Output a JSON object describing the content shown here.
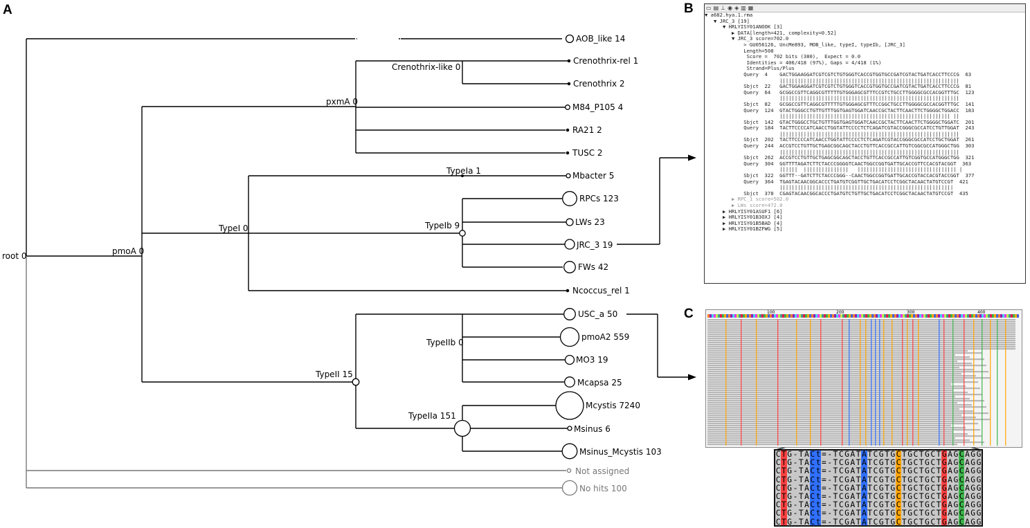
{
  "panels": {
    "a": "A",
    "b": "B",
    "c": "C"
  },
  "tree": {
    "internal_nodes": [
      {
        "id": "root",
        "label": "root 0"
      },
      {
        "id": "pmoA",
        "label": "pmoA 0"
      },
      {
        "id": "pxmA",
        "label": "pxmA 0"
      },
      {
        "id": "crenolike",
        "label": "Crenothrix-like 0"
      },
      {
        "id": "typeI",
        "label": "TypeI 0"
      },
      {
        "id": "typeIa",
        "label": "TypeIa 1"
      },
      {
        "id": "typeIb",
        "label": "TypeIb 9"
      },
      {
        "id": "typeII",
        "label": "TypeII 15"
      },
      {
        "id": "typeIIb",
        "label": "TypeIIb 0"
      },
      {
        "id": "typeIIa",
        "label": "TypeIIa 151"
      }
    ],
    "leaves": [
      {
        "id": "aob",
        "label": "AOB_like 14",
        "count": 14
      },
      {
        "id": "crenrel",
        "label": "Crenothrix-rel 1",
        "count": 1
      },
      {
        "id": "cren2",
        "label": "Crenothrix 2",
        "count": 2
      },
      {
        "id": "m84",
        "label": "M84_P105 4",
        "count": 4
      },
      {
        "id": "ra21",
        "label": "RA21 2",
        "count": 2
      },
      {
        "id": "tusc",
        "label": "TUSC 2",
        "count": 2
      },
      {
        "id": "mbacter",
        "label": "Mbacter 5",
        "count": 5
      },
      {
        "id": "rpcs",
        "label": "RPCs 123",
        "count": 123
      },
      {
        "id": "lws",
        "label": "LWs 23",
        "count": 23
      },
      {
        "id": "jrc3",
        "label": "JRC_3 19",
        "count": 19
      },
      {
        "id": "fws",
        "label": "FWs 42",
        "count": 42
      },
      {
        "id": "ncoccus",
        "label": "Ncoccus_rel 1",
        "count": 1
      },
      {
        "id": "usca",
        "label": "USC_a 50",
        "count": 50
      },
      {
        "id": "pmoa2",
        "label": "pmoA2 559",
        "count": 559
      },
      {
        "id": "mo3",
        "label": "MO3 19",
        "count": 19
      },
      {
        "id": "mcapsa",
        "label": "Mcapsa 25",
        "count": 25
      },
      {
        "id": "mcystis",
        "label": "Mcystis 7240",
        "count": 7240
      },
      {
        "id": "msinus",
        "label": "Msinus 6",
        "count": 6
      },
      {
        "id": "msmc",
        "label": "Msinus_Mcystis 103",
        "count": 103
      },
      {
        "id": "notassigned",
        "label": "Not assigned",
        "count": 0
      },
      {
        "id": "nohits",
        "label": "No hits 100",
        "count": 100
      }
    ]
  },
  "inspector": {
    "toolbar_icons": [
      "open-icon",
      "print-icon",
      "tree-icon",
      "find-icon",
      "zoom-icon",
      "chart-icon",
      "table-icon"
    ],
    "lines": [
      {
        "t": "▼ a682.hya.1.rma",
        "grey": false
      },
      {
        "t": "   ▼ JRC_3 [19]",
        "grey": false
      },
      {
        "t": "      ▼ HRLYISY01ANOOK [3]",
        "grey": false
      },
      {
        "t": "         ▶ DATA[length=421, complexity=0.52]",
        "grey": false
      },
      {
        "t": "         ▼ JRC_3 score=702.0",
        "grey": false
      },
      {
        "t": "             > GU056126, UncMe893, MOB_like, typeI, typeIb, [JRC_3]",
        "grey": false
      },
      {
        "t": "             Length=508",
        "grey": false
      },
      {
        "t": "",
        "grey": false
      },
      {
        "t": "              Score =  702 bits (380),  Expect = 0.0",
        "grey": false
      },
      {
        "t": "              Identities = 406/418 (97%), Gaps = 4/418 (1%)",
        "grey": false
      },
      {
        "t": "              Strand=Plus/Plus",
        "grey": false
      },
      {
        "t": "",
        "grey": false
      },
      {
        "t": "             Query  4    GACTGGAAGGATCGTCGTCTGTGGGTCACCGTGGTGCCGATCGTACTGATCACCTTCCCG  63",
        "grey": false
      },
      {
        "t": "                         ||||||||||||||||||||||||||||||||||||||||||||||||||||||||||||",
        "grey": false
      },
      {
        "t": "             Sbjct  22   GACTGGAAGGATCGTCGTCTGTGGGTCACCGTGGTGCCGATCGTACTGATCACCTTCCCG  81",
        "grey": false
      },
      {
        "t": "",
        "grey": false
      },
      {
        "t": "             Query  64   GCGGCCGTTCAGGCGTTTTTGTGGGAGCGTTTCCGTCTGCCTTGGGGCGCCACGGTTTGC  123",
        "grey": false
      },
      {
        "t": "                         ||||||||||||||||||||||||||||||||||||||||||||||||||||||||||||",
        "grey": false
      },
      {
        "t": "             Sbjct  82   GCGGCCGTTCAGGCGTTTTTGTGGGAGCGTTTCCGGCTGCCTTGGGGCGCCACGGTTTGC  141",
        "grey": false
      },
      {
        "t": "",
        "grey": false
      },
      {
        "t": "             Query  124  GTACTGGGCCTGTTGTTTGGTGAGTGGATCAACCGCTACTTCAACTTCTGGGGCTGGACC  183",
        "grey": false
      },
      {
        "t": "                         ||||||||||||||||||||||||||||||||||||||||||||||||||||||||| ||",
        "grey": false
      },
      {
        "t": "             Sbjct  142  GTACTGGGCCTGCTGTTTGGTGAGTGGATCAACCGCTACTTCAACTTCTGGGGCTGGATC  201",
        "grey": false
      },
      {
        "t": "",
        "grey": false
      },
      {
        "t": "             Query  184  TACTTCCCCATCAACCTGGTATTCCCCTCTCAGATCGTACCGGGCGCCATCCTGTTGGAT  243",
        "grey": false
      },
      {
        "t": "                         ||||||||||||||||||||||||||||||||||||||||||||||||||||||||||||",
        "grey": false
      },
      {
        "t": "             Sbjct  202  TACTTCCCCATCAACCTGGTATTCCCCTCTCAGATCGTACCGGGCGCCATCCTGCTGGAT  261",
        "grey": false
      },
      {
        "t": "",
        "grey": false
      },
      {
        "t": "             Query  244  ACCGTCCTGTTGCTGAGCGGCAGCTACCTGTTCACCGCCATTGTCGGCGCCATGGGCTGG  303",
        "grey": false
      },
      {
        "t": "                         ||||||||||||||||||||||||||||||||||||||||||||||||||||||||||||",
        "grey": false
      },
      {
        "t": "             Sbjct  262  ACCGTCCTGTTGCTGAGCGGCAGCTACCTGTTCACCGCCATTGTCGGTGCCATGGGCTGG  321",
        "grey": false
      },
      {
        "t": "",
        "grey": false
      },
      {
        "t": "             Query  304  GGTTTTAGATCTTCTACCCGGGGTCAACTGGCCGGTGATTGCACCGTTCCACGTACGGT  363",
        "grey": false
      },
      {
        "t": "                         ||||||  |||||||||||||||   ||||||||||||||||||||||||||||||||| |",
        "grey": false
      },
      {
        "t": "             Sbjct  322  GGTTT--GATCTTCTACCCGGG--CAACTGGCCGGTGATTGCACCGTACCACGTACCGGT  377",
        "grey": false
      },
      {
        "t": "",
        "grey": false
      },
      {
        "t": "             Query  364  TGAGTACAACGGCACCCTGATGTCGGTTGCTGACATCCTCGGCTACAACTATGTCCGT  421",
        "grey": false
      },
      {
        "t": "                         ||||||||||||||||||||||||||||||||||||||||||||||||||||||||||",
        "grey": false
      },
      {
        "t": "             Sbjct  378  CGAGTACAACGGCACCCTGATGTCTGTTGCTGACATCCTCGGCTACAACTATGTCCGT  435",
        "grey": false
      },
      {
        "t": "         ▶ RPC_1 score=502.0",
        "grey": true
      },
      {
        "t": "         ▶ LWs score=472.0",
        "grey": true
      },
      {
        "t": "      ▶ HRLYISY01ASUF1 [6]",
        "grey": false
      },
      {
        "t": "      ▶ HRLYISY01B3OXJ [4]",
        "grey": false
      },
      {
        "t": "      ▶ HRLYISY01B5BAD [4]",
        "grey": false
      },
      {
        "t": "      ▶ HRLYISY01BZFWG [5]",
        "grey": false
      }
    ]
  },
  "alignment": {
    "ruler": [
      "100",
      "200",
      "300",
      "400"
    ],
    "zoom_rows": [
      "CTG-TACt=-TCGATATCGTGCTGCTGCTGAGCAGG",
      "CTG-TACt=-TCGATATCGTGCTGCTGCTGAGCAGG",
      "CTG-TACt=-TCGATATCGTGCTGCTGCTGAGCAGG",
      "CTG-TACt=-TCGATATCGTGCTGCTGCTGAGCAGG",
      "CTG-TACt=-TCGATATCGTGCTGCTGCTGAGCAGG",
      "CTG-TACt=-TCGATATCGTGCTGCTGCTGAGCAGG",
      "CTG-TACt=-TCGATATCGTGCTGCTGCTGAGCAGG",
      "CTG-TACt=-TCGATATCGTGCTGCTGCTGAGCAGG",
      "CTG-TACt=-TCGATATCGTGCTGCTGCTGAGCAGG"
    ],
    "colors": {
      "A": "#3cb44b",
      "C": "#ff4040",
      "G": "#ffa500",
      "T": "#3070ff",
      "gap": "#c8c8c8"
    }
  }
}
